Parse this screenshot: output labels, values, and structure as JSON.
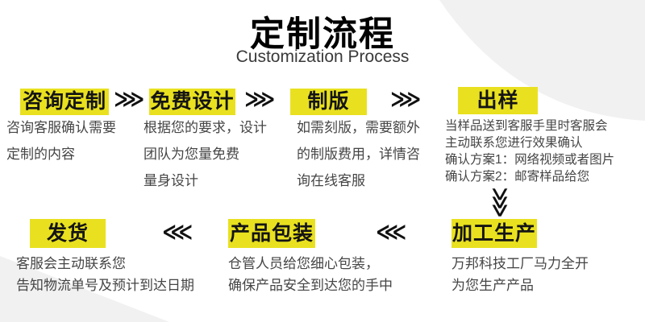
{
  "header": {
    "title": "定制流程",
    "subtitle": "Customization Process"
  },
  "colors": {
    "highlight_yellow": "#e9e11f",
    "arrow_black": "#111111",
    "body_text": "#454545",
    "title_text": "#000000",
    "corner_wedge_gray": "#f1f1f1"
  },
  "icons": {
    "arrow_right": "⋙",
    "arrow_left": "⋘",
    "arrow_down": "⋙"
  },
  "row1": [
    {
      "label": "咨询定制",
      "desc": "咨询客服确认需要\n定制的内容"
    },
    {
      "label": "免费设计",
      "desc": "根据您的要求，设计\n团队为您量免费\n量身设计"
    },
    {
      "label": "制版",
      "desc": "如需刻版，需要额外\n的制版费用，详情咨\n询在线客服"
    },
    {
      "label": "出样",
      "desc": "当样品送到客服手里时客服会\n主动联系您进行效果确认\n确认方案1：网络视频或者图片\n确认方案2：邮寄样品给您"
    }
  ],
  "row2": [
    {
      "label": "发货",
      "desc": "客服会主动联系您\n告知物流单号及预计到达日期"
    },
    {
      "label": "产品包装",
      "desc": "仓管人员给您细心包装，\n确保产品安全到达您的手中"
    },
    {
      "label": "加工生产",
      "desc": "万邦科技工厂马力全开\n为您生产产品"
    }
  ]
}
